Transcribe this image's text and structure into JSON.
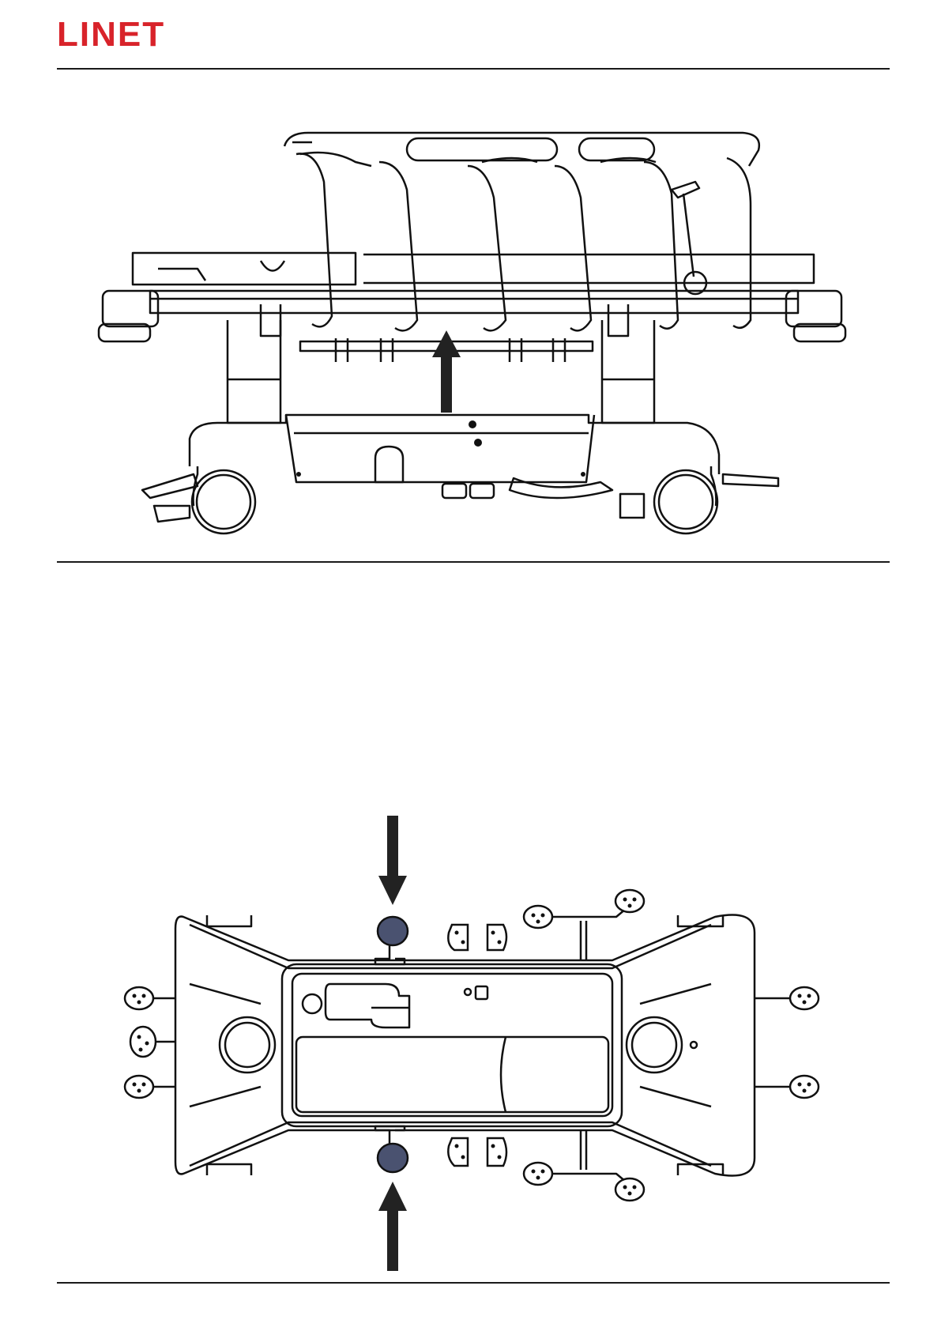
{
  "brand": {
    "logo_text": "LINET",
    "accent_color": "#d8232a"
  },
  "figures": [
    {
      "name": "stretcher-side-view",
      "arrow": "up"
    },
    {
      "name": "stretcher-base-top-view",
      "arrows": [
        "down",
        "up"
      ]
    }
  ]
}
